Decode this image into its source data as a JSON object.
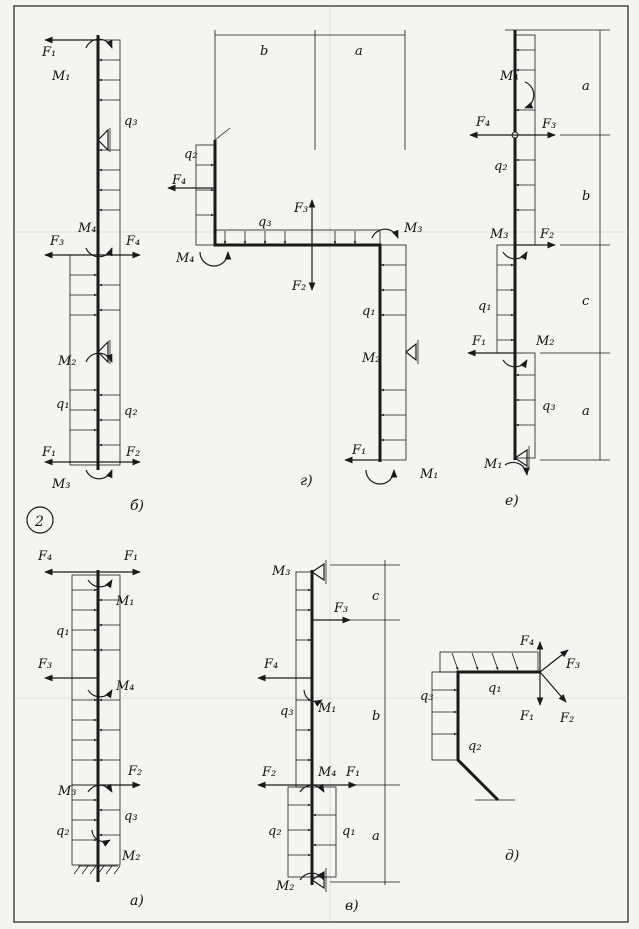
{
  "sheet_number": "2",
  "colors": {
    "ink": "#1a1a1a",
    "paper": "#f4f4f1",
    "grid": "#c9c9c9"
  },
  "panels": {
    "a": {
      "caption": "а)",
      "labels": [
        "F₄",
        "F₁",
        "M₁",
        "q₁",
        "F₃",
        "M₄",
        "F₂",
        "M₃",
        "q₂",
        "q₃",
        "M₂"
      ]
    },
    "b": {
      "caption": "б)",
      "labels": [
        "F₁",
        "M₁",
        "q₃",
        "M₄",
        "F₃",
        "F₄",
        "M₂",
        "q₁",
        "q₂",
        "F₁",
        "F₂",
        "M₃"
      ]
    },
    "c": {
      "caption": "в)",
      "labels": [
        "M₃",
        "c",
        "F₃",
        "F₄",
        "q₃",
        "M₁",
        "b",
        "F₂",
        "M₄",
        "F₁",
        "q₂",
        "q₁",
        "a",
        "M₂"
      ]
    },
    "d": {
      "caption": "г)",
      "labels": [
        "q₂",
        "F₄",
        "M₄",
        "q₃",
        "F₃",
        "F₂",
        "M₃",
        "q₁",
        "M₂",
        "F₁",
        "M₁",
        "a",
        "b"
      ]
    },
    "e": {
      "caption": "д)",
      "labels": [
        "F₄",
        "F₃",
        "q₁",
        "F₁",
        "F₂",
        "q₃",
        "q₂"
      ]
    },
    "f": {
      "caption": "е)",
      "labels": [
        "M₄",
        "a",
        "F₄",
        "F₃",
        "q₂",
        "b",
        "M₃",
        "F₂",
        "q₁",
        "c",
        "F₁",
        "M₂",
        "q₃",
        "a",
        "M₁"
      ]
    }
  }
}
